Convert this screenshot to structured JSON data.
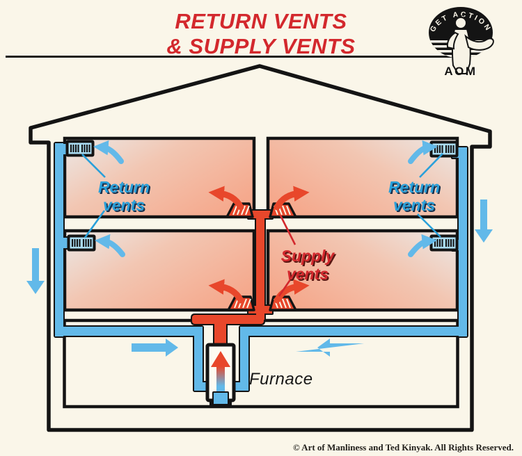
{
  "title": {
    "line1": "RETURN VENTS",
    "line2": "& SUPPLY VENTS"
  },
  "logo": {
    "arc_text": "GET ACTION",
    "monogram": "AOM"
  },
  "labels": {
    "return_left": {
      "line1": "Return",
      "line2": "vents"
    },
    "return_right": {
      "line1": "Return",
      "line2": "vents"
    },
    "supply": {
      "line1": "Supply",
      "line2": "vents"
    },
    "furnace": "Furnace"
  },
  "footer": {
    "copyright": "© Art of Manliness and Ted Kinyak. All Rights Reserved."
  },
  "colors": {
    "background": "#faf6e9",
    "title_red": "#d3282d",
    "supply_orange": "#e8472b",
    "duct_blue": "#62b9e9",
    "label_blue": "#2aa0da",
    "ink": "#141414",
    "room_warm": "#f5a98d",
    "room_cool": "#ebe9e7"
  }
}
